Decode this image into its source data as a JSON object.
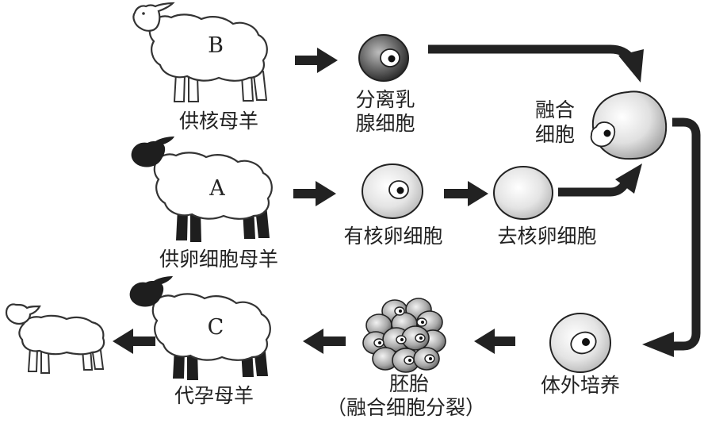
{
  "sheep": {
    "b": {
      "letter": "B",
      "label": "供核母羊"
    },
    "a": {
      "letter": "A",
      "label": "供卵细胞母羊"
    },
    "c": {
      "letter": "C",
      "label": "代孕母羊"
    }
  },
  "cells": {
    "mammary": {
      "label_line1": "分离乳",
      "label_line2": "腺细胞"
    },
    "fused": {
      "label_line1": "融合",
      "label_line2": "细胞"
    },
    "nucleated_egg": {
      "label": "有核卵细胞"
    },
    "enucleated_egg": {
      "label": "去核卵细胞"
    },
    "culture": {
      "label": "体外培养"
    },
    "embryo": {
      "label_line1": "胚胎",
      "label_line2": "（融合细胞分裂）"
    }
  },
  "colors": {
    "ink": "#222222",
    "dark_cell": "#555555",
    "light_cell": "#e6e6e6",
    "black_fleece": "#1e1e1e"
  }
}
